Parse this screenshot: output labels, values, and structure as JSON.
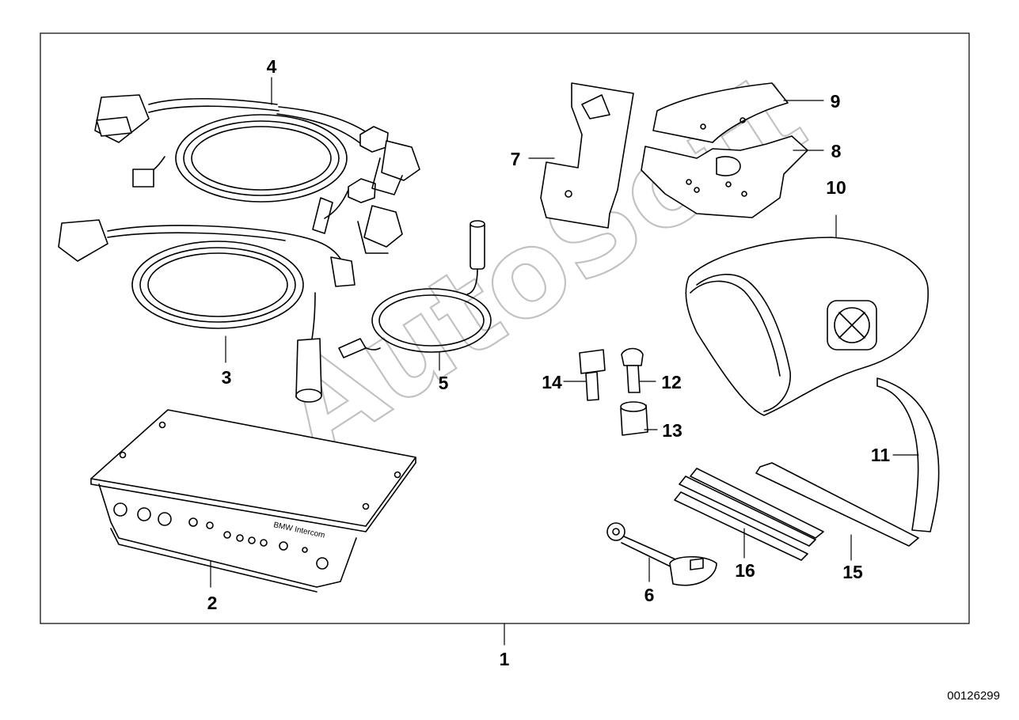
{
  "diagram": {
    "title": "",
    "image_number": "00126299",
    "watermark": "AutoSoft",
    "brand_label": "BMW Intercom",
    "callouts": [
      {
        "id": "c1",
        "label": "1"
      },
      {
        "id": "c2",
        "label": "2"
      },
      {
        "id": "c3",
        "label": "3"
      },
      {
        "id": "c4",
        "label": "4"
      },
      {
        "id": "c5",
        "label": "5"
      },
      {
        "id": "c6",
        "label": "6"
      },
      {
        "id": "c7",
        "label": "7"
      },
      {
        "id": "c8",
        "label": "8"
      },
      {
        "id": "c9",
        "label": "9"
      },
      {
        "id": "c10",
        "label": "10"
      },
      {
        "id": "c11",
        "label": "11"
      },
      {
        "id": "c12",
        "label": "12"
      },
      {
        "id": "c13",
        "label": "13"
      },
      {
        "id": "c14",
        "label": "14"
      },
      {
        "id": "c15",
        "label": "15"
      },
      {
        "id": "c16",
        "label": "16"
      }
    ]
  }
}
